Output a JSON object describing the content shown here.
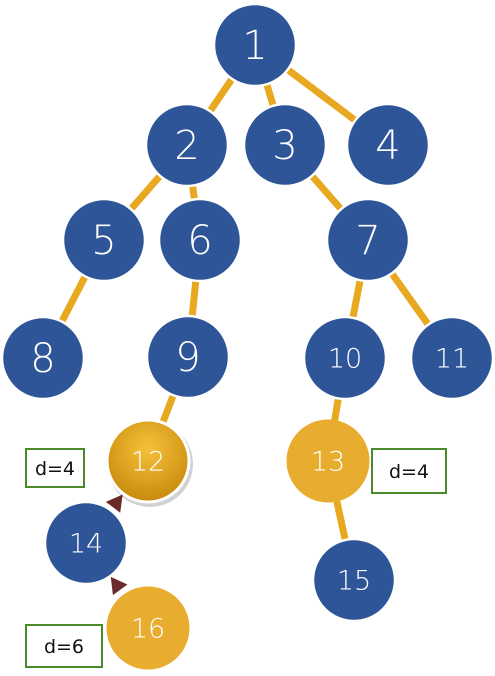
{
  "colors": {
    "node_blue": "#2e5597",
    "node_blue_stroke": "#ffffff",
    "node_gold": "#e8ad2f",
    "node_gold_dark": "#c98a10",
    "edge": "#e8a81f",
    "arrow": "#6b2a2a",
    "label_box_border": "#4a8a2a"
  },
  "nodes": [
    {
      "id": "1",
      "label": "1",
      "color": "blue"
    },
    {
      "id": "2",
      "label": "2",
      "color": "blue"
    },
    {
      "id": "3",
      "label": "3",
      "color": "blue"
    },
    {
      "id": "4",
      "label": "4",
      "color": "blue"
    },
    {
      "id": "5",
      "label": "5",
      "color": "blue"
    },
    {
      "id": "6",
      "label": "6",
      "color": "blue"
    },
    {
      "id": "7",
      "label": "7",
      "color": "blue"
    },
    {
      "id": "8",
      "label": "8",
      "color": "blue"
    },
    {
      "id": "9",
      "label": "9",
      "color": "blue"
    },
    {
      "id": "10",
      "label": "10",
      "color": "blue"
    },
    {
      "id": "11",
      "label": "11",
      "color": "blue"
    },
    {
      "id": "12",
      "label": "12",
      "color": "gold-highlight"
    },
    {
      "id": "13",
      "label": "13",
      "color": "gold"
    },
    {
      "id": "14",
      "label": "14",
      "color": "blue"
    },
    {
      "id": "15",
      "label": "15",
      "color": "blue"
    },
    {
      "id": "16",
      "label": "16",
      "color": "gold"
    }
  ],
  "edges": [
    {
      "from": "1",
      "to": "2"
    },
    {
      "from": "1",
      "to": "3"
    },
    {
      "from": "1",
      "to": "4"
    },
    {
      "from": "2",
      "to": "5"
    },
    {
      "from": "2",
      "to": "6"
    },
    {
      "from": "3",
      "to": "7"
    },
    {
      "from": "5",
      "to": "8"
    },
    {
      "from": "6",
      "to": "9"
    },
    {
      "from": "7",
      "to": "10"
    },
    {
      "from": "7",
      "to": "11"
    },
    {
      "from": "9",
      "to": "12"
    },
    {
      "from": "10",
      "to": "13"
    },
    {
      "from": "13",
      "to": "15"
    }
  ],
  "arrows": [
    {
      "from": "14",
      "to": "12"
    },
    {
      "from": "16",
      "to": "14"
    }
  ],
  "distance_labels": [
    {
      "id": "d12",
      "text": "d=4"
    },
    {
      "id": "d13",
      "text": "d=4"
    },
    {
      "id": "d16",
      "text": "d=6"
    }
  ]
}
